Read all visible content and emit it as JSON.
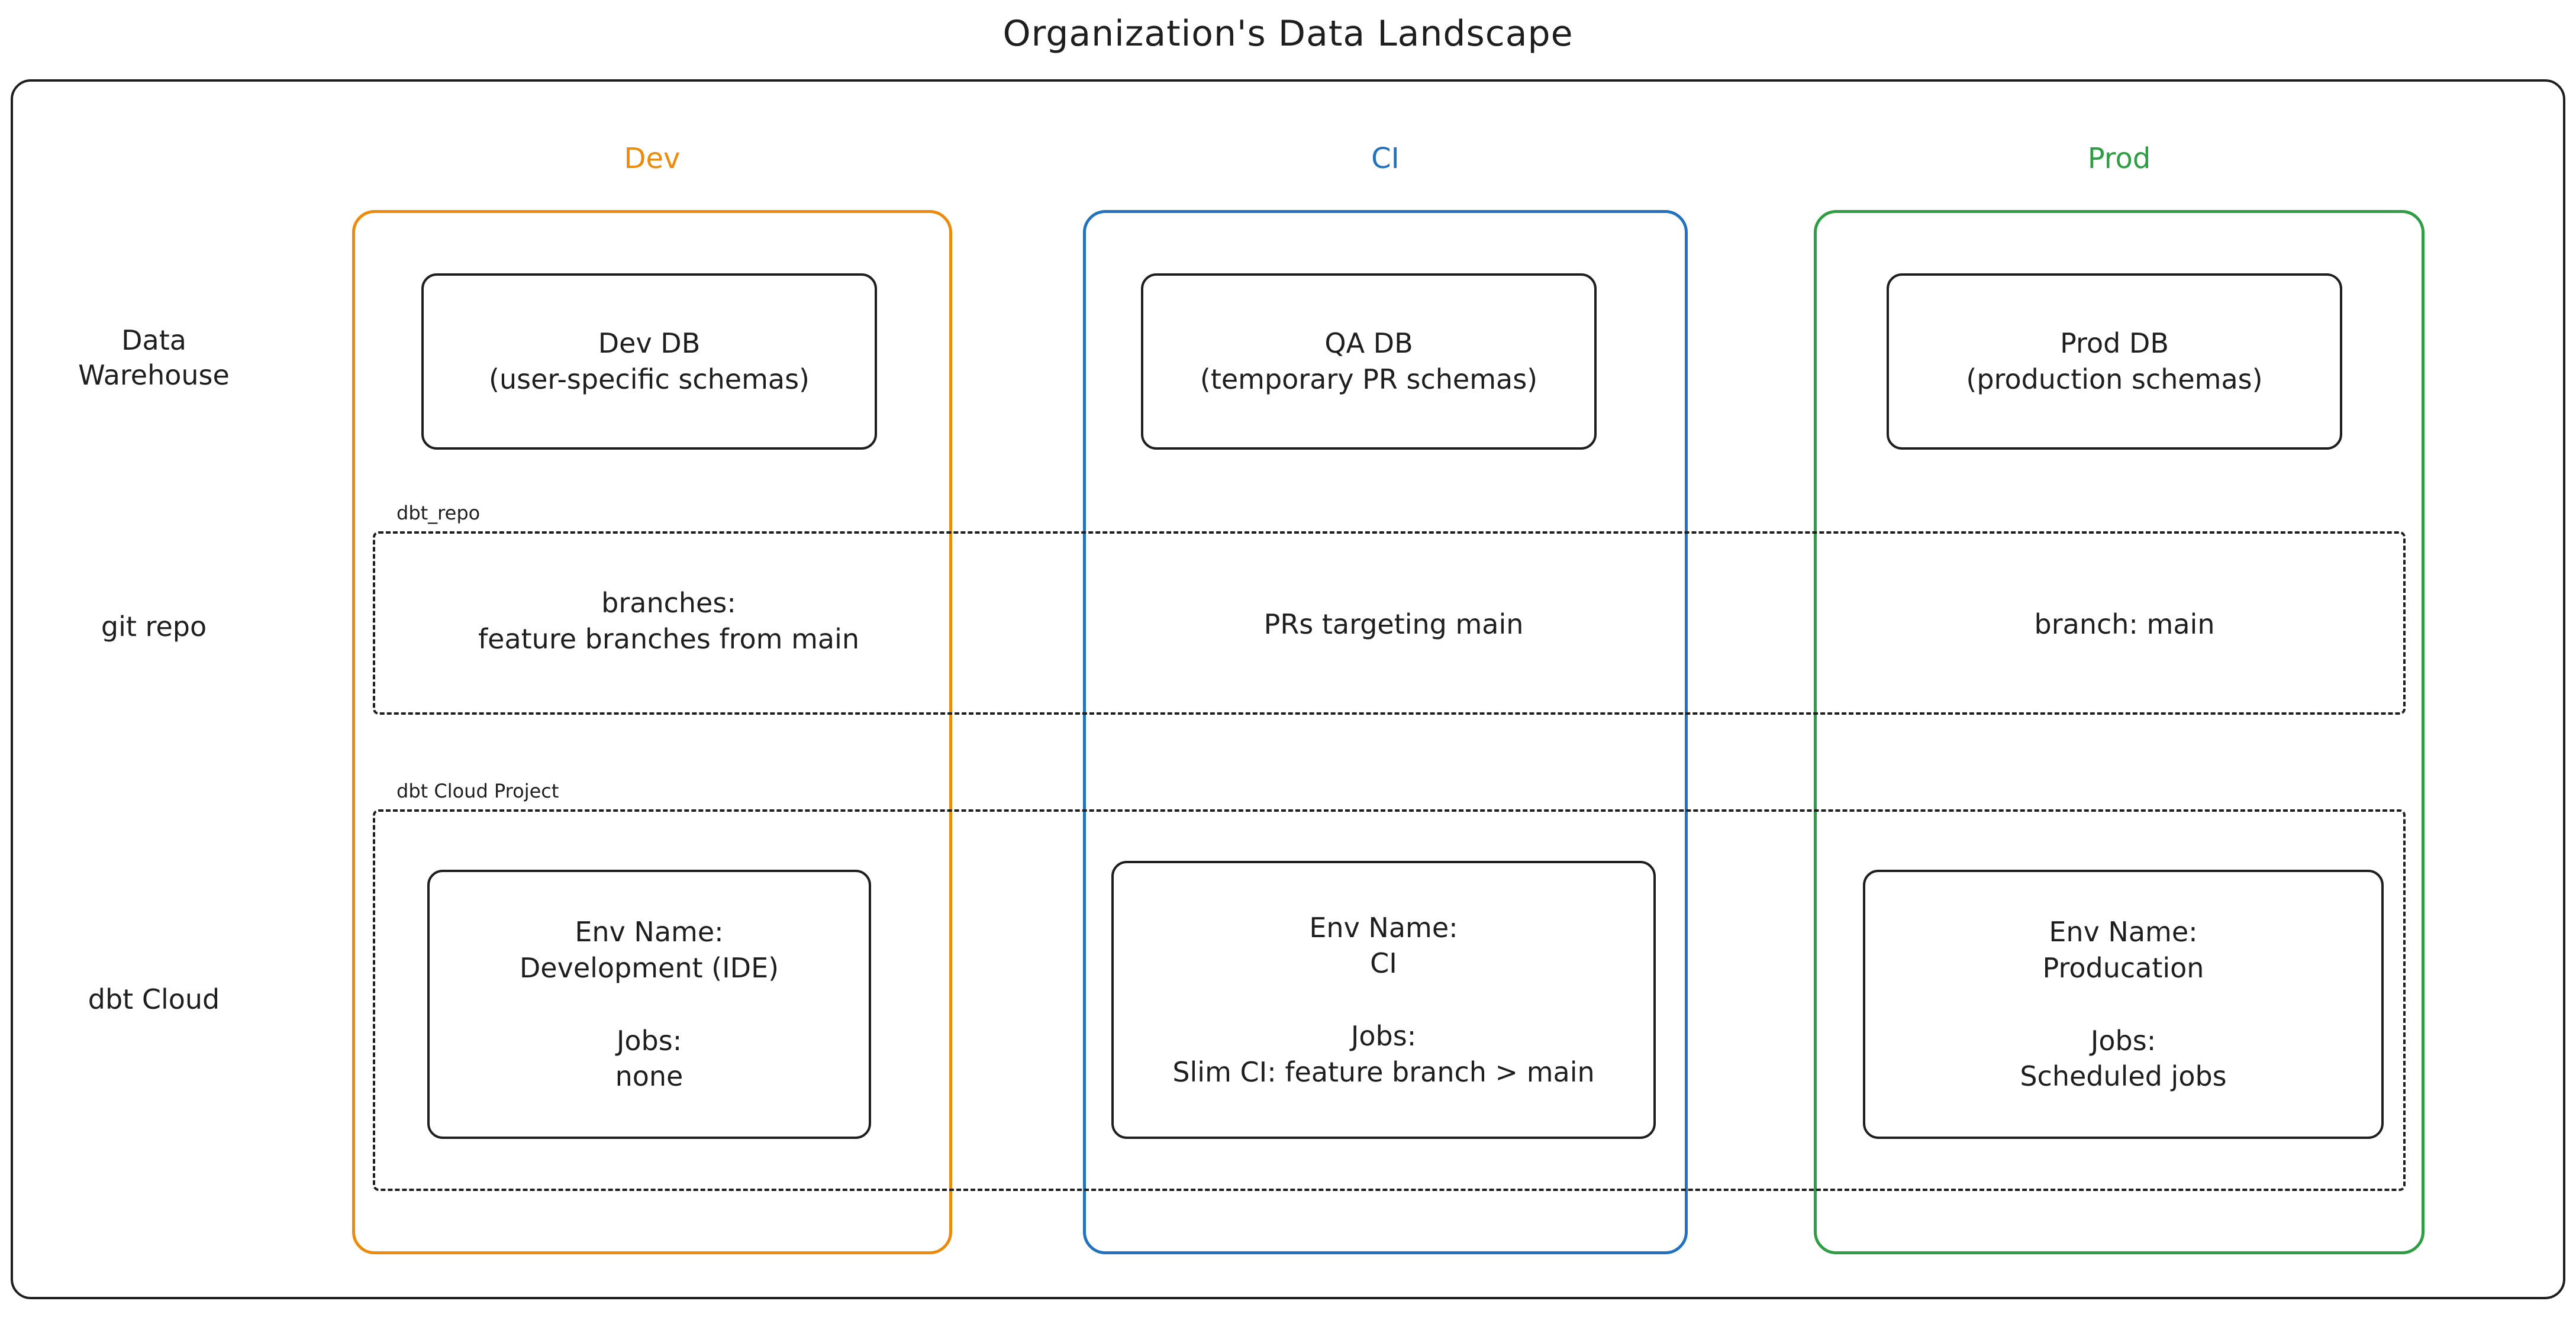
{
  "title": "Organization's Data Landscape",
  "rows": [
    {
      "id": "data-warehouse",
      "label": "Data\nWarehouse"
    },
    {
      "id": "git-repo",
      "label": "git repo"
    },
    {
      "id": "dbt-cloud",
      "label": "dbt Cloud"
    }
  ],
  "environments": [
    {
      "id": "dev",
      "label": "Dev",
      "color": "#ED8A0A"
    },
    {
      "id": "ci",
      "label": "CI",
      "color": "#2272C0"
    },
    {
      "id": "prod",
      "label": "Prod",
      "color": "#2E9E44"
    }
  ],
  "groups": {
    "git_repo": {
      "label": "dbt_repo"
    },
    "dbt_cloud_project": {
      "label": "dbt Cloud Project"
    }
  },
  "data_warehouse": {
    "dev": {
      "name": "Dev DB",
      "detail": "(user-specific schemas)"
    },
    "ci": {
      "name": "QA DB",
      "detail": "(temporary PR schemas)"
    },
    "prod": {
      "name": "Prod DB",
      "detail": "(production schemas)"
    }
  },
  "git_repo": {
    "dev": "branches:\nfeature branches from main",
    "ci": "PRs targeting main",
    "prod": "branch: main"
  },
  "dbt_cloud": {
    "dev": {
      "env_label": "Env Name:",
      "env_name": "Development (IDE)",
      "jobs_label": "Jobs:",
      "jobs": "none"
    },
    "ci": {
      "env_label": "Env Name:",
      "env_name": "CI",
      "jobs_label": "Jobs:",
      "jobs": "Slim CI: feature branch > main"
    },
    "prod": {
      "env_label": "Env Name:",
      "env_name": "Producation",
      "jobs_label": "Jobs:",
      "jobs": "Scheduled jobs"
    }
  },
  "colors": {
    "stroke": "#1e1e1e",
    "background": "#ffffff",
    "dev": "#ED8A0A",
    "ci": "#2272C0",
    "prod": "#2E9E44"
  }
}
